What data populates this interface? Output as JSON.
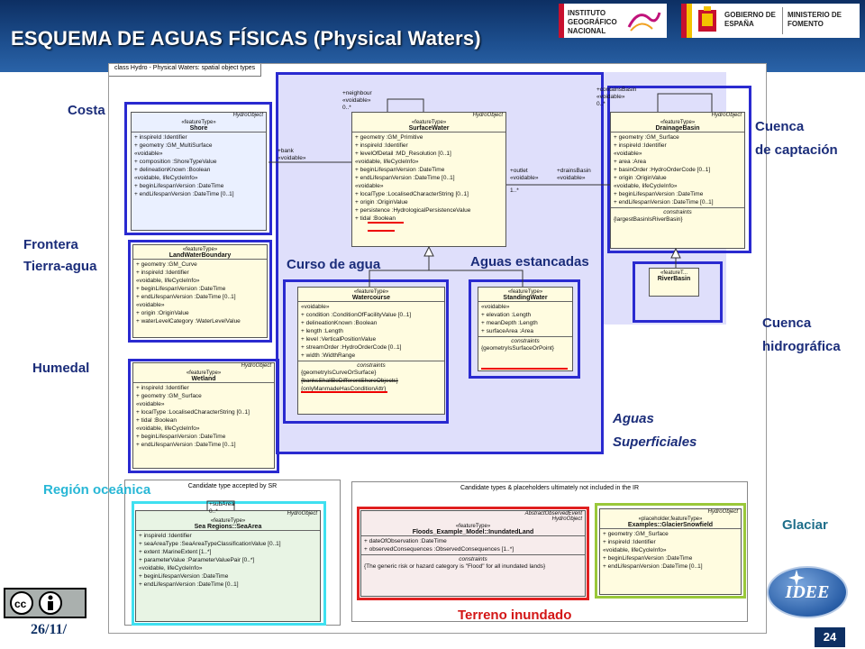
{
  "header": {
    "title": "ESQUEMA DE AGUAS FÍSICAS (Physical Waters)",
    "logo_ign": "INSTITUTO GEOGRÁFICO NACIONAL",
    "logo_gob": "GOBIERNO DE ESPAÑA",
    "logo_min": "MINISTERIO DE FOMENTO"
  },
  "diagram": {
    "tab": "class Hydro - Physical Waters: spatial object types",
    "candidate_accepted": "Candidate type accepted by SR",
    "candidate_not_included": "Candidate types & placeholders ultimately not included in the IR"
  },
  "classes": {
    "shore": {
      "category": "HydroObject",
      "stereo": "«featureType»",
      "name": "Shore",
      "attrs": [
        "+ inspireId :Identifier",
        "+ geometry :GM_MultiSurface"
      ],
      "voidable": [
        "«voidable»",
        "+ composition :ShoreTypeValue",
        "+ delineationKnown :Boolean"
      ],
      "lifecycle": [
        "«voidable, lifeCycleInfo»",
        "+ beginLifespanVersion :DateTime",
        "+ endLifespanVersion :DateTime [0..1]"
      ]
    },
    "lwb": {
      "stereo": "«featureType»",
      "name": "LandWaterBoundary",
      "attrs": [
        "+ geometry :GM_Curve",
        "+ inspireId :Identifier"
      ],
      "lifecycle": [
        "«voidable, lifeCycleInfo»",
        "+ beginLifespanVersion :DateTime",
        "+ endLifespanVersion :DateTime [0..1]"
      ],
      "voidable": [
        "«voidable»",
        "+ origin :OriginValue",
        "+ waterLevelCategory :WaterLevelValue"
      ]
    },
    "wetland": {
      "category": "HydroObject",
      "stereo": "«featureType»",
      "name": "Wetland",
      "attrs": [
        "+ inspireId :Identifier",
        "+ geometry :GM_Surface"
      ],
      "voidable": [
        "«voidable»",
        "+ localType :LocalisedCharacterString [0..1]",
        "+ tidal :Boolean"
      ],
      "lifecycle": [
        "«voidable, lifeCycleInfo»",
        "+ beginLifespanVersion :DateTime",
        "+ endLifespanVersion :DateTime [0..1]"
      ]
    },
    "surface": {
      "category": "HydroObject",
      "stereo": "«featureType»",
      "name": "SurfaceWater",
      "attrs": [
        "+ geometry :GM_Primitive",
        "+ inspireId :Identifier",
        "+ levelOfDetail :MD_Resolution [0..1]"
      ],
      "lifecycle": [
        "«voidable, lifeCycleInfo»",
        "+ beginLifespanVersion :DateTime",
        "+ endLifespanVersion :DateTime [0..1]"
      ],
      "voidable": [
        "«voidable»",
        "+ localType :LocalisedCharacterString [0..1]",
        "+ origin :OriginValue",
        "+ persistence :HydrologicalPersistenceValue",
        "+ tidal :Boolean"
      ]
    },
    "drainage": {
      "category": "HydroObject",
      "stereo": "«featureType»",
      "name": "DrainageBasin",
      "attrs": [
        "+ geometry :GM_Surface",
        "+ inspireId :Identifier"
      ],
      "voidable": [
        "«voidable»",
        "+ area :Area",
        "+ basinOrder :HydroOrderCode [0..1]",
        "+ origin :OriginValue"
      ],
      "lifecycle": [
        "«voidable, lifeCycleInfo»",
        "+ beginLifespanVersion :DateTime",
        "+ endLifespanVersion :DateTime [0..1]"
      ],
      "constraints_title": "constraints",
      "constraints": [
        "{largestBasinIsRiverBasin}"
      ]
    },
    "river": {
      "stereo": "«featureT...",
      "name": "RiverBasin"
    },
    "watercourse": {
      "stereo": "«featureType»",
      "name": "Watercourse",
      "voidable": [
        "«voidable»",
        "+ condition :ConditionOfFacilityValue [0..1]",
        "+ delineationKnown :Boolean",
        "+ length :Length",
        "+ level :VerticalPositionValue",
        "+ streamOrder :HydroOrderCode [0..1]",
        "+ width :WidthRange"
      ],
      "constraints_title": "constraints",
      "constraints": [
        "{geometryIsCurveOrSurface}",
        "{banksShallBeDifferentShoreObjects}",
        "{onlyManmadeHasConditionAttr}"
      ]
    },
    "standing": {
      "stereo": "«featureType»",
      "name": "StandingWater",
      "voidable": [
        "«voidable»",
        "+ elevation :Length",
        "+ meanDepth :Length",
        "+ surfaceArea :Area"
      ],
      "constraints_title": "constraints",
      "constraints": [
        "{geometryIsSurfaceOrPoint}"
      ]
    },
    "sea": {
      "category": "HydroObject",
      "stereo": "«featureType»",
      "name": "Sea Regions::SeaArea",
      "attrs": [
        "+ inspireId :Identifier",
        "+ seaAreaType :SeaAreaTypeClassificationValue [0..1]",
        "+ extent :MarineExtent [1..*]",
        "+ parameterValue :ParameterValuePair [0..*]"
      ],
      "lifecycle": [
        "«voidable, lifeCycleInfo»",
        "+ beginLifespanVersion :DateTime",
        "+ endLifespanVersion :DateTime [0..1]"
      ]
    },
    "floods": {
      "category": "AbstractObservedEvent",
      "category2": "HydroObject",
      "stereo": "«featureType»",
      "name": "Floods_Example_Model::InundatedLand",
      "attrs": [
        "+ dateOfObservation :DateTime",
        "+ observedConsequences :ObservedConsequences [1..*]"
      ],
      "constraints_title": "constraints",
      "constraints": [
        "{The generic risk or hazard category is \"Flood\" for all inundated lands}"
      ]
    },
    "glacier": {
      "category": "HydroObject",
      "stereo": "«placeholder,featureType»",
      "name": "Examples::GlacierSnowfield",
      "attrs": [
        "+ geometry :GM_Surface",
        "+ inspireId :Identifier"
      ],
      "lifecycle": [
        "«voidable, lifeCycleInfo»",
        "+ beginLifespanVersion :DateTime",
        "+ endLifespanVersion :DateTime [0..1]"
      ]
    }
  },
  "assoc": {
    "neighbour": "+neighbour\n«voidable»\n0..*",
    "bank": "+bank\n«voidable»",
    "outlet": "+outlet\n«voidable»",
    "drains": "+drainsBasin\n«voidable»",
    "one_many": "1..*",
    "contains": "+containsBasin\n«voidable»\n0..*",
    "subarea": "+subArea\n0..*"
  },
  "labels": {
    "costa": "Costa",
    "frontera": "Frontera\nTierra-agua",
    "humedal": "Humedal",
    "curso": "Curso de agua",
    "estancadas": "Aguas estancadas",
    "cuenca_cap": "Cuenca\nde captación",
    "cuenca_hid": "Cuenca\nhidrográfica",
    "superficiales": "Aguas\nSuperficiales",
    "oceanica": "Región oceánica",
    "glaciar": "Glaciar",
    "inundado": "Terreno inundado"
  },
  "footer": {
    "date": "26/11/",
    "page": "24",
    "idee": "IDEE"
  }
}
